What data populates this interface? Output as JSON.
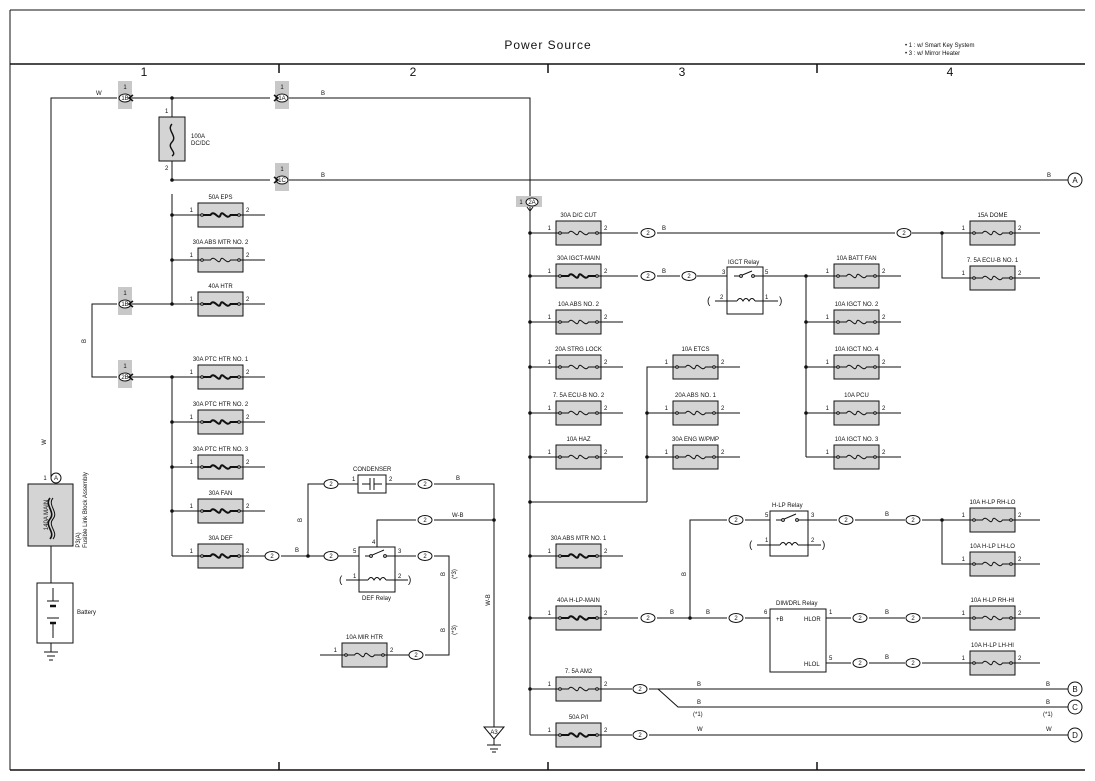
{
  "title": "Power Source",
  "legend_notes": [
    "• 1 : w/ Smart Key System",
    "• 3 : w/ Mirror Heater"
  ],
  "zones": [
    "1",
    "2",
    "3",
    "4"
  ],
  "fusible_link": {
    "label1": "140A MAIN",
    "label2": "P3(A)",
    "label3": "Fusible Link Block Assembly",
    "top_pin": "1",
    "top_conn": "A"
  },
  "battery_label": "Battery",
  "left_fuses": [
    {
      "label": "50A EPS"
    },
    {
      "label": "30A ABS MTR NO. 2"
    },
    {
      "label": "40A HTR"
    },
    {
      "label": "30A PTC HTR NO. 1"
    },
    {
      "label": "30A PTC HTR NO. 2"
    },
    {
      "label": "30A PTC HTR NO. 3"
    },
    {
      "label": "30A FAN"
    },
    {
      "label": "30A DEF"
    }
  ],
  "dcdc": {
    "label1": "100A",
    "label2": "DC/DC",
    "pin_top": "1",
    "pin_bottom": "2"
  },
  "junction_tags": [
    {
      "pin": "1",
      "conn": "1B"
    },
    {
      "pin": "1",
      "conn": "1A"
    },
    {
      "pin": "1",
      "conn": "1C"
    },
    {
      "pin": "1",
      "conn": "1B"
    },
    {
      "pin": "1",
      "conn": "2B"
    },
    {
      "pin": "1",
      "conn": "2A"
    }
  ],
  "mid_fuses": [
    {
      "label": "30A D/C CUT"
    },
    {
      "label": "30A IGCT-MAIN"
    },
    {
      "label": "10A ABS NO. 2"
    },
    {
      "label": "20A STRG LOCK"
    },
    {
      "label": "7. 5A ECU-B NO. 2"
    },
    {
      "label": "10A HAZ"
    },
    {
      "label": "30A ABS MTR NO. 1"
    },
    {
      "label": "40A H-LP-MAIN"
    },
    {
      "label": "7. 5A AM2"
    },
    {
      "label": "50A P/I"
    }
  ],
  "center_fuses": [
    {
      "label": "10A ETCS"
    },
    {
      "label": "20A ABS NO. 1"
    },
    {
      "label": "30A ENG W/PMP"
    },
    {
      "label": "10A MIR HTR"
    }
  ],
  "right_fuses": [
    {
      "label": "15A DOME"
    },
    {
      "label": "7. 5A ECU-B NO. 1"
    },
    {
      "label": "10A BATT FAN"
    },
    {
      "label": "10A IGCT NO. 2"
    },
    {
      "label": "10A IGCT NO. 4"
    },
    {
      "label": "10A PCU"
    },
    {
      "label": "10A IGCT NO. 3"
    },
    {
      "label": "10A H-LP RH-LO"
    },
    {
      "label": "10A H-LP LH-LO"
    },
    {
      "label": "10A H-LP RH-HI"
    },
    {
      "label": "10A H-LP LH-HI"
    }
  ],
  "relays": {
    "igct": "IGCT Relay",
    "hlp": "H-LP Relay",
    "dimdrl": "DIM/DRL Relay",
    "def": "DEF Relay",
    "dimdrl_pins": [
      "+B",
      "HLOR",
      "HLOL"
    ]
  },
  "condenser": "CONDENSER",
  "connector_2": "2",
  "wire_colors": {
    "w": "W",
    "b": "B",
    "wb": "W-B"
  },
  "optional_marks": [
    "(*3)",
    "(*1)"
  ],
  "outputs": [
    "A",
    "B",
    "C",
    "D"
  ],
  "ground": "A3"
}
